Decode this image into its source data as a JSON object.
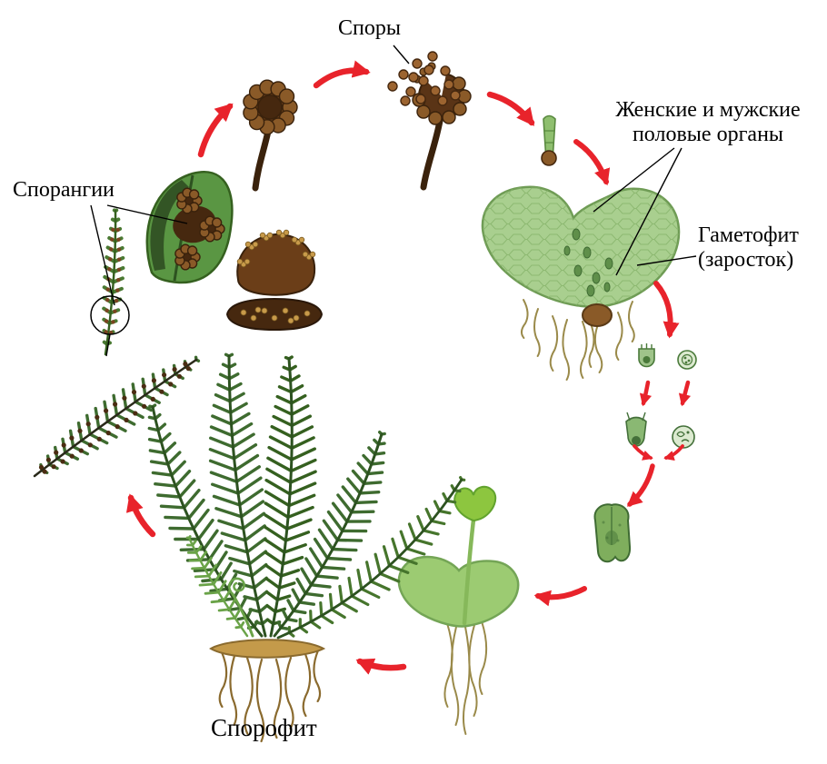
{
  "labels": {
    "spores": "Споры",
    "sporangia": "Спорангии",
    "sex_organs": [
      "Женские и мужские",
      "половые органы"
    ],
    "gametophyte": [
      "Гаметофит",
      "(заросток)"
    ],
    "sporophyte": "Спорофит"
  },
  "colors": {
    "arrow_red": "#e8232b",
    "label_text": "#000000",
    "background": "#ffffff",
    "fern_dark_green": "#3e6b2f",
    "fern_mid_green": "#4a7a33",
    "fern_light_green": "#6aa348",
    "young_leaf_green": "#8dc63f",
    "gametophyte_green": "#a9cf8f",
    "gametophyte_edge": "#6f9c55",
    "cell_line_green": "#86b36a",
    "sporangium_brown": "#8a5a28",
    "sporangium_dark": "#46280f",
    "spore_brown": "#9c6430",
    "spore_gold": "#c89a4a",
    "rhizome_tan": "#c49a4a",
    "root_olive": "#9a8a4a"
  },
  "illustrations": [
    "fertile-frond",
    "leaf-sporangia-closeup",
    "sorus-detail",
    "sorus-cross-section",
    "sporangium",
    "sporangium-releasing-spores",
    "spores",
    "germinating-spore",
    "gametophyte-prothallus",
    "rhizoids",
    "archegonium",
    "antheridium",
    "fertilization-arrows",
    "embryo",
    "young-sporophyte",
    "adult-sporophyte",
    "rhizome-and-roots",
    "frond-sori-closeup"
  ]
}
